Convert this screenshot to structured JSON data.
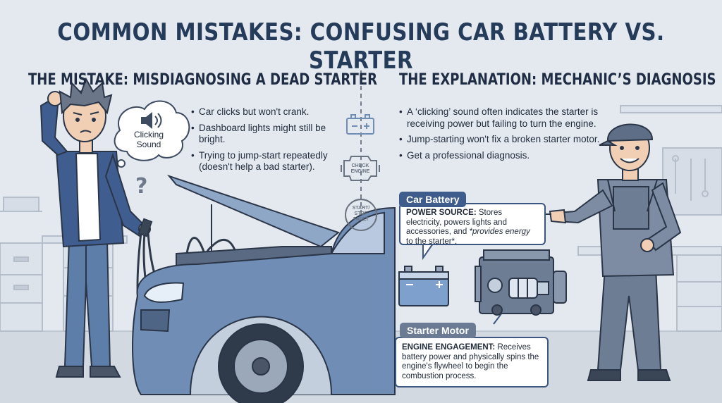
{
  "title": "COMMON MISTAKES: CONFUSING CAR BATTERY VS. STARTER",
  "left_panel": {
    "heading": "THE MISTAKE: MISDIAGNOSING A DEAD STARTER",
    "thought_bubble": "Clicking Sound",
    "question_mark": "?",
    "bullets": [
      "Car clicks but won't crank.",
      "Dashboard lights might still be bright.",
      "Trying to jump-start repeatedly (doesn't help a bad starter)."
    ]
  },
  "right_panel": {
    "heading": "THE EXPLANATION: MECHANIC’S DIAGNOSIS",
    "bullets": [
      "A ‘clicking’ sound often indicates the starter is receiving power but failing to turn the engine.",
      "Jump-starting won't fix a broken starter motor.",
      "Get a professional diagnosis."
    ],
    "battery": {
      "tag": "Car Battery",
      "term": "POWER SOURCE:",
      "desc": " Stores electricity, powers lights and accessories, and ",
      "emph": "*provides energy",
      "tail": " to the starter*."
    },
    "starter": {
      "tag": "Starter Motor",
      "term": "ENGINE ENGAGEMENT:",
      "desc": " Receives battery power and physically spins the engine's flywheel to begin the combustion process."
    }
  },
  "dash_icons": {
    "check_line1": "CHECK",
    "check_line2": "ENGINE",
    "start_line1": "START/",
    "start_line2": "STOP",
    "start_line3": "FAULT"
  },
  "colors": {
    "title": "#253b5a",
    "accent_blue": "#3e5d8c",
    "starter_gray": "#6b7b93",
    "background": "#e4e9ef"
  }
}
